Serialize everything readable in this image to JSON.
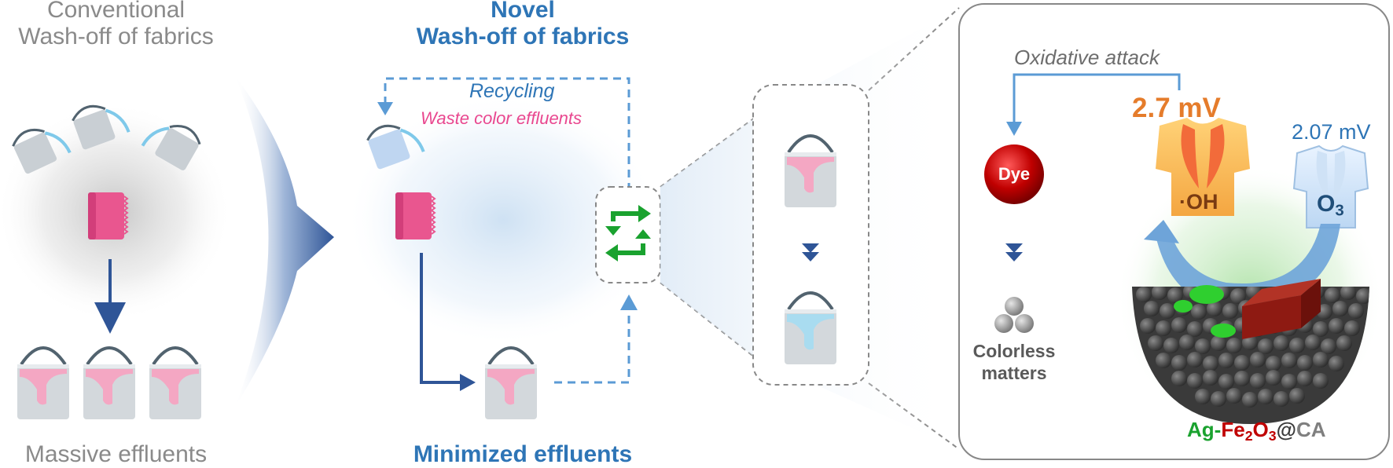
{
  "left_panel": {
    "title_line1": "Conventional",
    "title_line2": "Wash-off of fabrics",
    "bottom_label": "Massive effluents"
  },
  "middle_panel": {
    "title_line1": "Novel",
    "title_line2": "Wash-off of fabrics",
    "recycling_label": "Recycling",
    "waste_label": "Waste color effluents",
    "bottom_label": "Minimized effluents"
  },
  "right_panel": {
    "oxidative_label": "Oxidative attack",
    "dye_label": "Dye",
    "colorless_line1": "Colorless",
    "colorless_line2": "matters",
    "oh_potential": "2.7 mV",
    "oh_label": "·OH",
    "o3_potential": "2.07 mV",
    "o3_label": "O",
    "o3_sub": "3",
    "catalyst": {
      "ag": "Ag",
      "dash": "-",
      "fe": "Fe",
      "fe_sub": "2",
      "o": "O",
      "o_sub": "3",
      "at": "@",
      "ca": "CA"
    }
  },
  "colors": {
    "blue_accent": "#2e75b6",
    "dark_navy": "#2f5597",
    "pink": "#e9478f",
    "green_recycle": "#1aa22f",
    "red_dye": "#c00000",
    "orange_oh": "#e57c2b",
    "grey_text": "#8a8a8a"
  }
}
